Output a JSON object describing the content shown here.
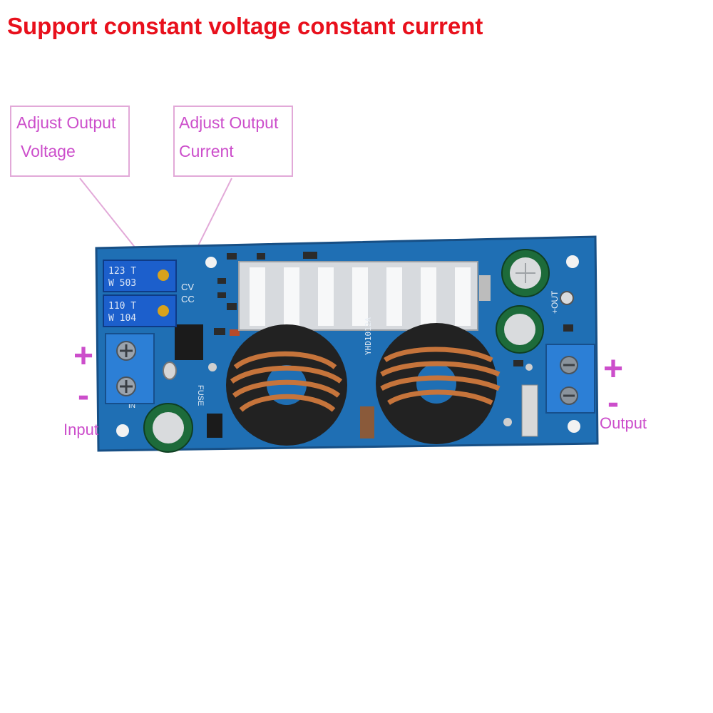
{
  "headline": {
    "text": "Support constant voltage constant current",
    "color": "#e8101c"
  },
  "label_color": "#cc4ecb",
  "callouts": {
    "voltage": {
      "line1": "Adjust Output",
      "line2": "Voltage"
    },
    "current": {
      "line1": "Adjust Output",
      "line2": "Current"
    }
  },
  "input": {
    "plus": "+",
    "minus": "-",
    "label": "Input"
  },
  "output": {
    "plus": "+",
    "minus": "-",
    "label": "Output"
  },
  "board": {
    "pcb_color": "#1f6fb4",
    "pot1": {
      "line1": "123 T",
      "line2": "W 503"
    },
    "pot2": {
      "line1": "110 T",
      "line2": "W 104"
    },
    "cv": "CV",
    "cc": "CC",
    "fuse": "FUSE",
    "in_mark": "IN",
    "out_mark": "+OUT",
    "inductor_code": "YHD1012A"
  }
}
